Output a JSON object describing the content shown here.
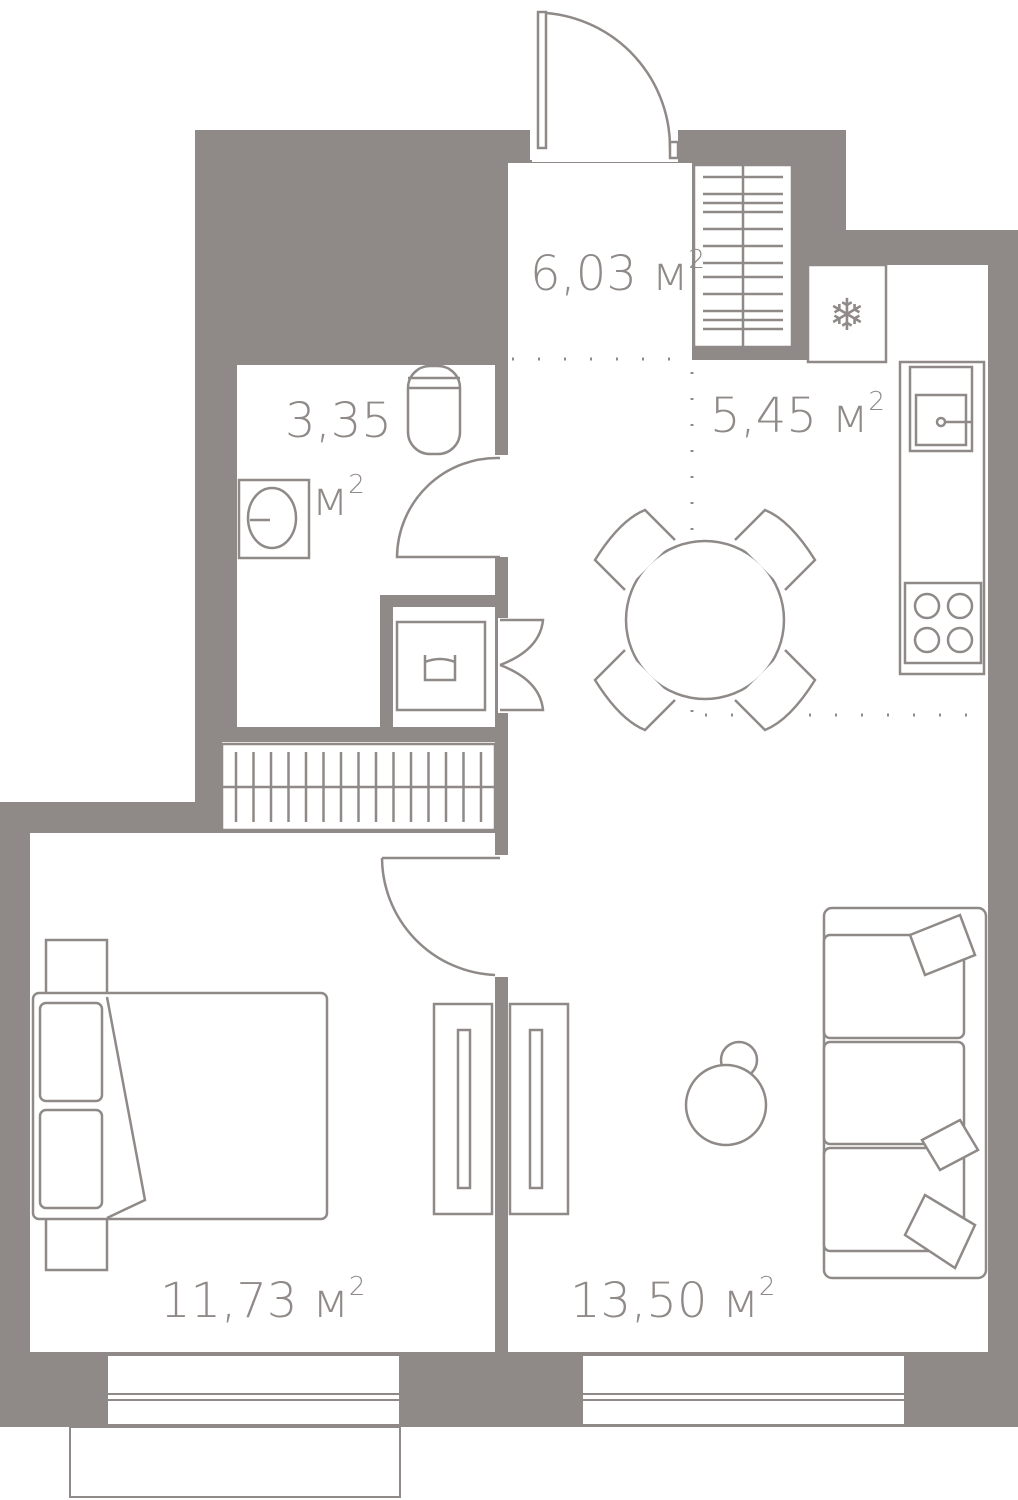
{
  "plan": {
    "wall_color": "#8f8a87",
    "unit_superscript": "2",
    "rooms": [
      {
        "name": "hallway",
        "area": "6,03 м"
      },
      {
        "name": "bathroom",
        "area_value": "3,35",
        "area_unit": "м"
      },
      {
        "name": "kitchen",
        "area": "5,45 м"
      },
      {
        "name": "bedroom",
        "area": "11,73 м"
      },
      {
        "name": "living-room",
        "area": "13,50 м"
      }
    ],
    "icons": [
      "snowflake-icon",
      "sink-icon",
      "stove-icon",
      "toilet-icon",
      "washing-machine-icon"
    ]
  }
}
